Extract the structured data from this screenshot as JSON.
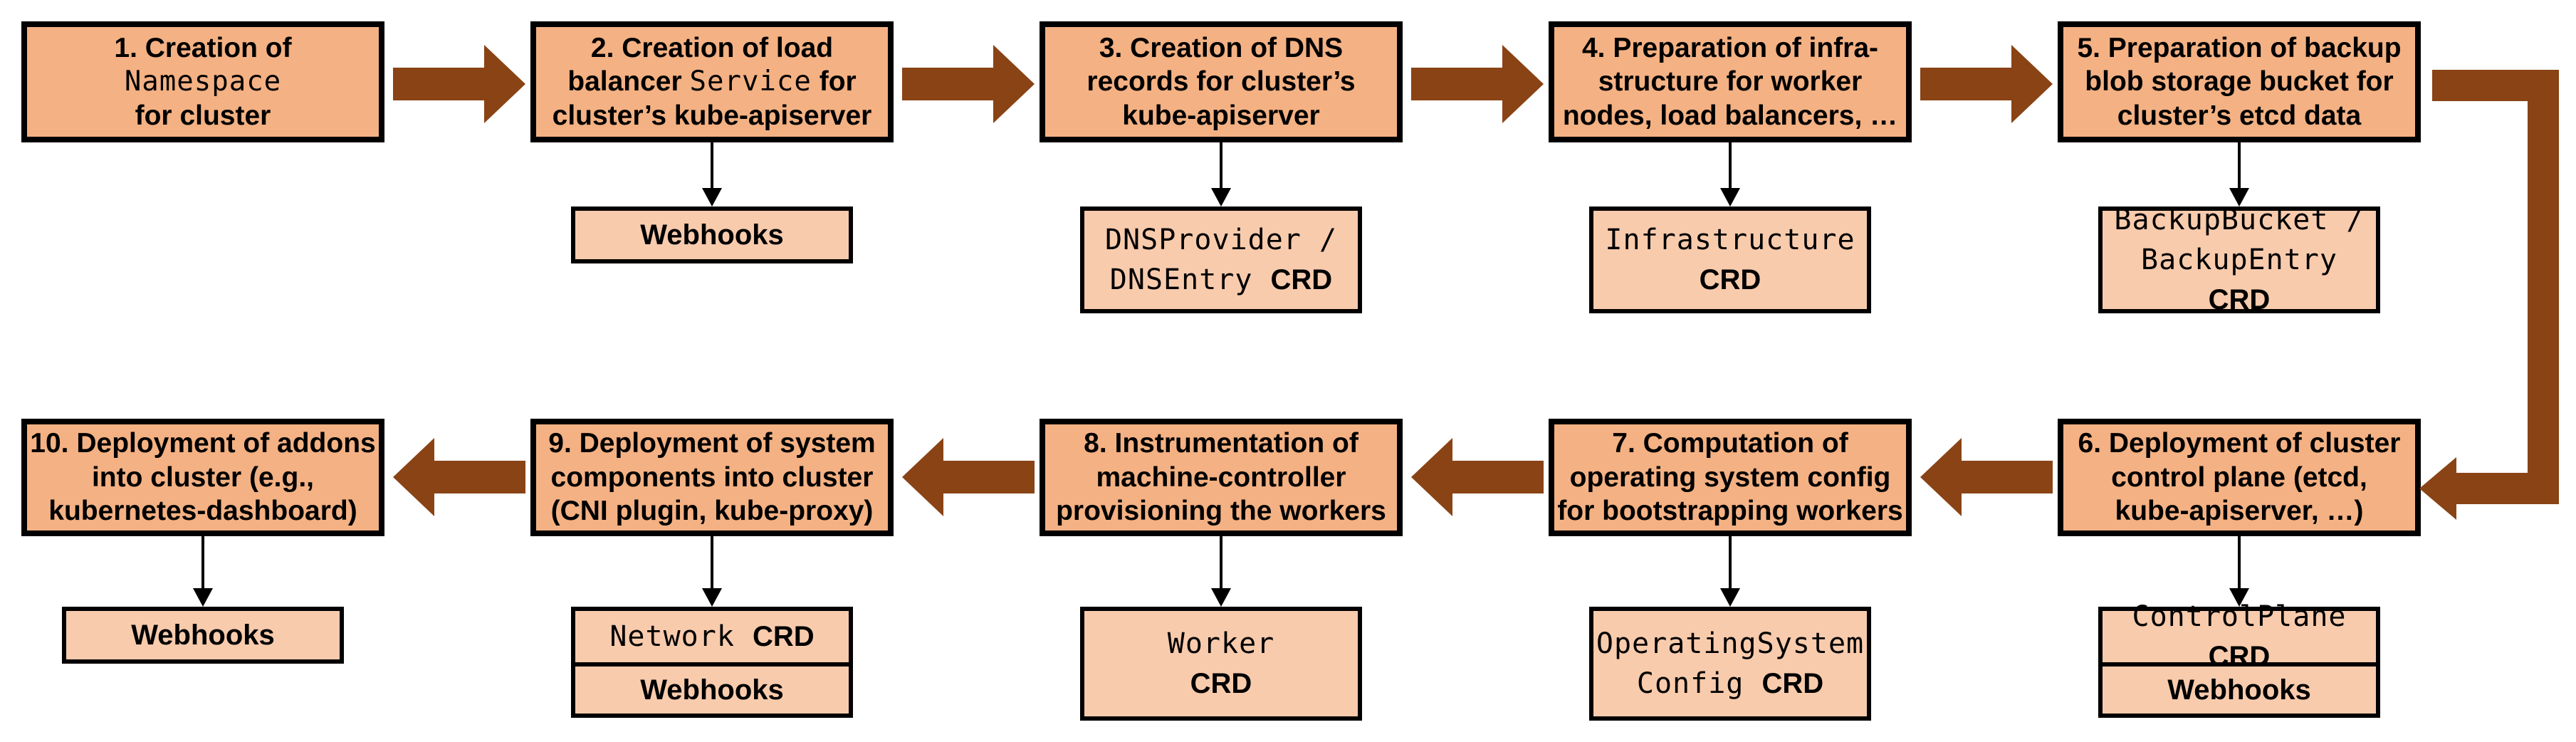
{
  "colors": {
    "main_box_fill": "#F4B183",
    "sub_box_fill": "#F8CBAD",
    "arrow_brown": "#8A4315",
    "border_black": "#000000"
  },
  "steps": [
    {
      "name": "step-1",
      "title_runs": [
        {
          "text": "1. Creation of\n"
        },
        {
          "text": "Namespace",
          "mono": true
        },
        {
          "text": "\nfor cluster"
        }
      ],
      "sub_boxes": []
    },
    {
      "name": "step-2",
      "title_runs": [
        {
          "text": "2. Creation of load\nbalancer "
        },
        {
          "text": "Service",
          "mono": true
        },
        {
          "text": " for\ncluster’s kube-apiserver"
        }
      ],
      "sub_boxes": [
        {
          "runs": [
            {
              "text": "Webhooks",
              "bold": true
            }
          ]
        }
      ]
    },
    {
      "name": "step-3",
      "title_runs": [
        {
          "text": "3. Creation of DNS\nrecords for cluster’s\nkube-apiserver"
        }
      ],
      "sub_boxes": [
        {
          "runs": [
            {
              "text": "DNSProvider /\nDNSEntry ",
              "mono": true
            },
            {
              "text": "CRD",
              "bold": true
            }
          ]
        }
      ]
    },
    {
      "name": "step-4",
      "title_runs": [
        {
          "text": "4. Preparation of infra-\nstructure for worker\nnodes, load balancers, …"
        }
      ],
      "sub_boxes": [
        {
          "runs": [
            {
              "text": "Infrastructure\n",
              "mono": true
            },
            {
              "text": "CRD",
              "bold": true
            }
          ]
        }
      ]
    },
    {
      "name": "step-5",
      "title_runs": [
        {
          "text": "5. Preparation of backup\nblob storage bucket for\ncluster’s etcd data"
        }
      ],
      "sub_boxes": [
        {
          "runs": [
            {
              "text": "BackupBucket /\nBackupEntry ",
              "mono": true
            },
            {
              "text": "CRD",
              "bold": true
            }
          ]
        }
      ]
    },
    {
      "name": "step-6",
      "title_runs": [
        {
          "text": "6. Deployment of cluster\ncontrol plane (etcd,\nkube-apiserver, …)"
        }
      ],
      "sub_boxes": [
        {
          "runs": [
            {
              "text": "ControlPlane ",
              "mono": true
            },
            {
              "text": "CRD",
              "bold": true
            }
          ]
        },
        {
          "runs": [
            {
              "text": "Webhooks",
              "bold": true
            }
          ]
        }
      ]
    },
    {
      "name": "step-7",
      "title_runs": [
        {
          "text": "7. Computation of\noperating system config\nfor bootstrapping workers"
        }
      ],
      "sub_boxes": [
        {
          "runs": [
            {
              "text": "OperatingSystem\nConfig ",
              "mono": true
            },
            {
              "text": "CRD",
              "bold": true
            }
          ]
        }
      ]
    },
    {
      "name": "step-8",
      "title_runs": [
        {
          "text": "8. Instrumentation of\nmachine-controller\nprovisioning the workers"
        }
      ],
      "sub_boxes": [
        {
          "runs": [
            {
              "text": "Worker\n",
              "mono": true
            },
            {
              "text": "CRD",
              "bold": true
            }
          ]
        }
      ]
    },
    {
      "name": "step-9",
      "title_runs": [
        {
          "text": "9. Deployment of system\ncomponents into cluster\n(CNI plugin, kube-proxy)"
        }
      ],
      "sub_boxes": [
        {
          "runs": [
            {
              "text": "Network ",
              "mono": true
            },
            {
              "text": "CRD",
              "bold": true
            }
          ]
        },
        {
          "runs": [
            {
              "text": "Webhooks",
              "bold": true
            }
          ]
        }
      ]
    },
    {
      "name": "step-10",
      "title_runs": [
        {
          "text": "10. Deployment of addons\ninto cluster (e.g.,\nkubernetes-dashboard)"
        }
      ],
      "sub_boxes": [
        {
          "runs": [
            {
              "text": "Webhooks",
              "bold": true
            }
          ]
        }
      ]
    }
  ]
}
